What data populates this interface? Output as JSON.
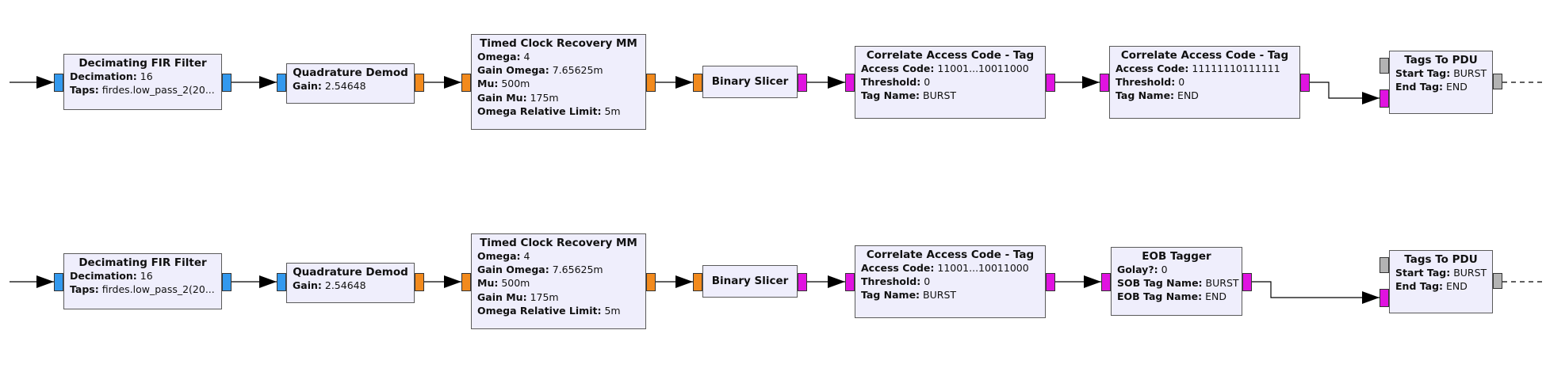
{
  "colors": {
    "block_fill": "#efeefc",
    "port_complex": "#3399ee",
    "port_float": "#f28a1d",
    "port_byte": "#e013e0",
    "port_message": "#b3b3b3",
    "wire": "#000000"
  },
  "rows": [
    {
      "blocks": [
        {
          "id": "fir",
          "title": "Decimating FIR Filter",
          "params": [
            {
              "name": "Decimation:",
              "value": "16"
            },
            {
              "name": "Taps:",
              "value": "firdes.low_pass_2(20..."
            }
          ]
        },
        {
          "id": "demod",
          "title": "Quadrature Demod",
          "params": [
            {
              "name": "Gain:",
              "value": "2.54648"
            }
          ]
        },
        {
          "id": "clock",
          "title": "Timed Clock Recovery MM",
          "params": [
            {
              "name": "Omega:",
              "value": "4"
            },
            {
              "name": "Gain Omega:",
              "value": "7.65625m"
            },
            {
              "name": "Mu:",
              "value": "500m"
            },
            {
              "name": "Gain Mu:",
              "value": "175m"
            },
            {
              "name": "Omega Relative Limit:",
              "value": "5m"
            }
          ]
        },
        {
          "id": "slicer",
          "title": "Binary Slicer",
          "params": []
        },
        {
          "id": "cac1",
          "title": "Correlate Access Code - Tag",
          "params": [
            {
              "name": "Access Code:",
              "value": "11001...10011000"
            },
            {
              "name": "Threshold:",
              "value": "0"
            },
            {
              "name": "Tag Name:",
              "value": "BURST"
            }
          ]
        },
        {
          "id": "cac2",
          "title": "Correlate Access Code - Tag",
          "params": [
            {
              "name": "Access Code:",
              "value": "11111110111111"
            },
            {
              "name": "Threshold:",
              "value": "0"
            },
            {
              "name": "Tag Name:",
              "value": "END"
            }
          ]
        },
        {
          "id": "pdu",
          "title": "Tags To PDU",
          "params": [
            {
              "name": "Start Tag:",
              "value": "BURST"
            },
            {
              "name": "End Tag:",
              "value": "END"
            }
          ]
        }
      ]
    },
    {
      "blocks": [
        {
          "id": "fir",
          "title": "Decimating FIR Filter",
          "params": [
            {
              "name": "Decimation:",
              "value": "16"
            },
            {
              "name": "Taps:",
              "value": "firdes.low_pass_2(20..."
            }
          ]
        },
        {
          "id": "demod",
          "title": "Quadrature Demod",
          "params": [
            {
              "name": "Gain:",
              "value": "2.54648"
            }
          ]
        },
        {
          "id": "clock",
          "title": "Timed Clock Recovery MM",
          "params": [
            {
              "name": "Omega:",
              "value": "4"
            },
            {
              "name": "Gain Omega:",
              "value": "7.65625m"
            },
            {
              "name": "Mu:",
              "value": "500m"
            },
            {
              "name": "Gain Mu:",
              "value": "175m"
            },
            {
              "name": "Omega Relative Limit:",
              "value": "5m"
            }
          ]
        },
        {
          "id": "slicer",
          "title": "Binary Slicer",
          "params": []
        },
        {
          "id": "cac1",
          "title": "Correlate Access Code - Tag",
          "params": [
            {
              "name": "Access Code:",
              "value": "11001...10011000"
            },
            {
              "name": "Threshold:",
              "value": "0"
            },
            {
              "name": "Tag Name:",
              "value": "BURST"
            }
          ]
        },
        {
          "id": "eob",
          "title": "EOB Tagger",
          "params": [
            {
              "name": "Golay?:",
              "value": "0"
            },
            {
              "name": "SOB Tag Name:",
              "value": "BURST"
            },
            {
              "name": "EOB Tag Name:",
              "value": "END"
            }
          ]
        },
        {
          "id": "pdu",
          "title": "Tags To PDU",
          "params": [
            {
              "name": "Start Tag:",
              "value": "BURST"
            },
            {
              "name": "End Tag:",
              "value": "END"
            }
          ]
        }
      ]
    }
  ]
}
